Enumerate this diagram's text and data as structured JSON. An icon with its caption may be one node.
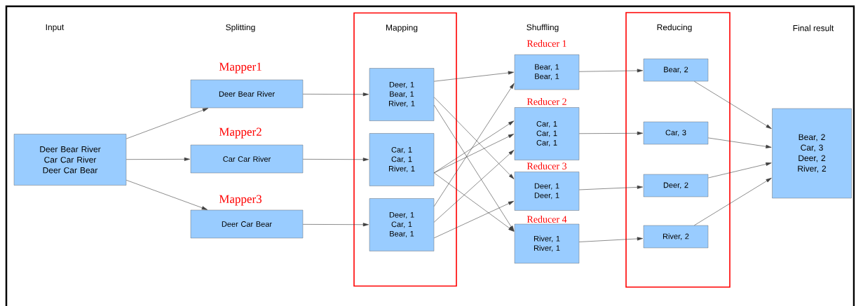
{
  "diagram": {
    "nodes": [
      {
        "text": [
          "Deer Bear River Car Car River Deer Car Bear"
        ]
      },
      {
        "text": [
          "Deer Bear River"
        ],
        "beside": [
          "Mapper1"
        ]
      },
      {
        "text": [
          "Car Car River"
        ],
        "beside": [
          "Mapper2"
        ]
      },
      {
        "text": [
          "Deer Car Bear"
        ],
        "beside": [
          "Mapper3"
        ]
      },
      {
        "text": [
          "Mapping"
        ]
      },
      {
        "text": [
          "Deer, 1 Bear, 1 River, 1"
        ],
        "in": 4
      },
      {
        "text": [
          "Car, 1 Car, 1 River, 1"
        ],
        "in": 4
      },
      {
        "text": [
          "Deer, 1 Car, 1 Bear, 1"
        ],
        "in": 4
      },
      {
        "text": [
          "Bear, 1 Bear, 1"
        ],
        "beside": [
          "Reducer 1"
        ]
      },
      {
        "text": [
          "Car, 1 Car, 1 Car, 1"
        ],
        "beside": [
          "Reducer 2"
        ]
      },
      {
        "text": [
          "Deer, 1 Deer, 1"
        ],
        "beside": [
          "Reducer 3"
        ]
      },
      {
        "text": [
          "River, 1 River, 1"
        ],
        "beside": [
          "Reducer 4"
        ]
      },
      {
        "text": [
          "Reducing"
        ]
      },
      {
        "text": [
          "Bear, 2"
        ],
        "in": 12
      },
      {
        "text": [
          "Car, 3"
        ],
        "in": 12
      },
      {
        "text": [
          "Deer, 2"
        ],
        "in": 12
      },
      {
        "text": [
          "River, 2"
        ],
        "in": 12
      },
      {
        "text": [
          "Bear, 2 Car, 3 Deer, 2 River, 2"
        ]
      }
    ],
    "edges": [
      {
        "from": 0,
        "to": 1,
        "arrow": "to"
      },
      {
        "from": 0,
        "to": 2,
        "arrow": "to"
      },
      {
        "from": 0,
        "to": 3,
        "arrow": "to"
      },
      {
        "from": 1,
        "to": 5,
        "arrow": "to"
      },
      {
        "from": 2,
        "to": 6,
        "arrow": "to"
      },
      {
        "from": 3,
        "to": 7,
        "arrow": "to"
      },
      {
        "from": 5,
        "to": 8,
        "arrow": "to"
      },
      {
        "from": 5,
        "to": 10,
        "arrow": "to"
      },
      {
        "from": 5,
        "to": 11,
        "arrow": "to"
      },
      {
        "from": 6,
        "to": 9,
        "arrow": "to"
      },
      {
        "from": 6,
        "to": 9,
        "arrow": "to"
      },
      {
        "from": 6,
        "to": 11,
        "arrow": "to"
      },
      {
        "from": 7,
        "to": 8,
        "arrow": "to"
      },
      {
        "from": 7,
        "to": 9,
        "arrow": "to"
      },
      {
        "from": 7,
        "to": 10,
        "arrow": "to"
      },
      {
        "from": 8,
        "to": 13,
        "arrow": "to"
      },
      {
        "from": 9,
        "to": 14,
        "arrow": "to"
      },
      {
        "from": 10,
        "to": 15,
        "arrow": "to"
      },
      {
        "from": 11,
        "to": 16,
        "arrow": "to"
      },
      {
        "from": 13,
        "to": 17,
        "arrow": "to"
      },
      {
        "from": 14,
        "to": 17,
        "arrow": "to"
      },
      {
        "from": 15,
        "to": 17,
        "arrow": "to"
      },
      {
        "from": 16,
        "to": 17,
        "arrow": "to"
      }
    ],
    "labels": [
      "Input",
      "Splitting",
      "Shuffling",
      "Final result"
    ]
  }
}
